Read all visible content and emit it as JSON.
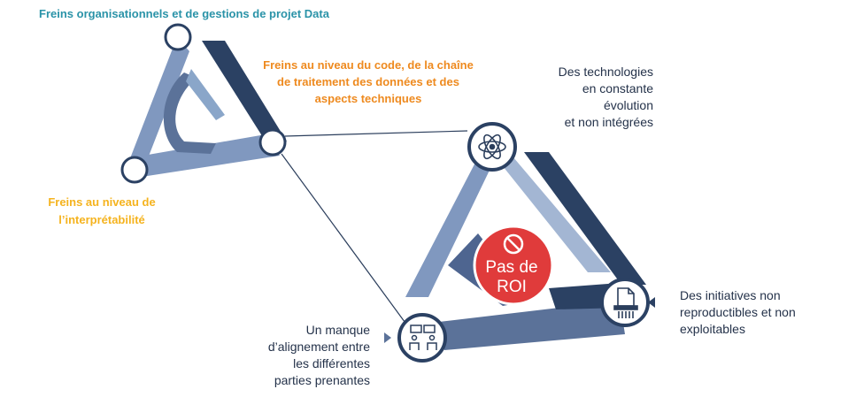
{
  "labels": {
    "frein_organisationnel": "Freins organisationnels et de gestions de projet Data",
    "frein_code": "Freins au niveau du code, de la chaîne de traitement des données et des aspects techniques",
    "frein_interpretabilite": "Freins au niveau de l’interprétabilité",
    "technologies": [
      "Des technologies",
      "en constante",
      "évolution",
      "et non intégrées"
    ],
    "initiatives": [
      "Des initiatives non",
      "reproductibles et non",
      "exploitables"
    ],
    "alignement": [
      "Un manque",
      "d’alignement entre",
      "les différentes",
      "parties prenantes"
    ],
    "roi": [
      "Pas de",
      "ROI"
    ]
  },
  "icons": {
    "top_node": "atom-icon",
    "right_node": "document-shredder-icon",
    "left_node": "people-discussion-icon",
    "center": "prohibited-icon"
  },
  "colors": {
    "teal": "#2a93a8",
    "orange": "#ee8a1f",
    "yellow": "#f5b31e",
    "navy": "#2b4163",
    "steel_blue": "#8098bf",
    "mid_blue": "#5b7299",
    "red": "#e03b3b"
  }
}
